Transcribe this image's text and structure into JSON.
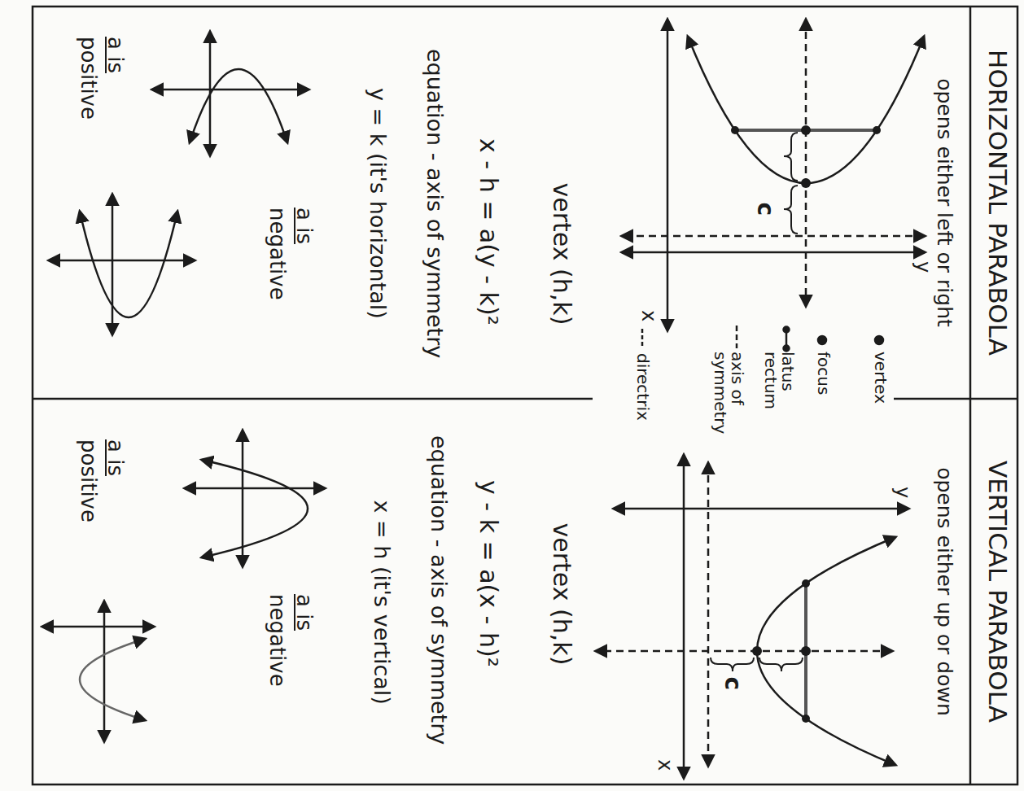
{
  "diagram": {
    "nodes": [
      {
        "text": [
          "HORIZONTAL PARABOLA",
          "opens either left or right"
        ]
      },
      {
        "text": [
          "VERTICAL PARABOLA",
          "opens either up or down"
        ]
      }
    ],
    "labels": [
      "y",
      "x",
      "c",
      "vertex (h,k)",
      "x - h = a(y - k)²",
      "equation - axis of symmetry",
      "y = k (it's horizontal)",
      "a is negative",
      "a is positive",
      "y",
      "x",
      "c",
      "vertex (h,k)",
      "y - k = a(x - h)²",
      "equation - axis of symmetry",
      "x = h (it's vertical)",
      "a is negative",
      "a is positive"
    ],
    "legend": [
      {
        "text": "vertex"
      },
      {
        "text": "focus"
      },
      {
        "text": "latus rectum"
      },
      {
        "text": "axis of symmetry"
      },
      {
        "text": "directrix"
      }
    ]
  }
}
